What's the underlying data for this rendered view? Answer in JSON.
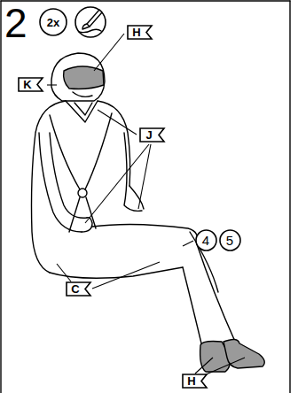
{
  "diagram": {
    "nodes": [
      {
        "text": [
          "2x"
        ]
      },
      {
        "text": [
          "H"
        ]
      },
      {
        "text": [
          "K"
        ]
      },
      {
        "text": [
          "J"
        ]
      },
      {
        "text": [
          "4"
        ]
      },
      {
        "text": [
          "5"
        ]
      },
      {
        "text": [
          "C"
        ]
      },
      {
        "text": [
          "H"
        ]
      }
    ],
    "labels": [
      "2"
    ]
  }
}
